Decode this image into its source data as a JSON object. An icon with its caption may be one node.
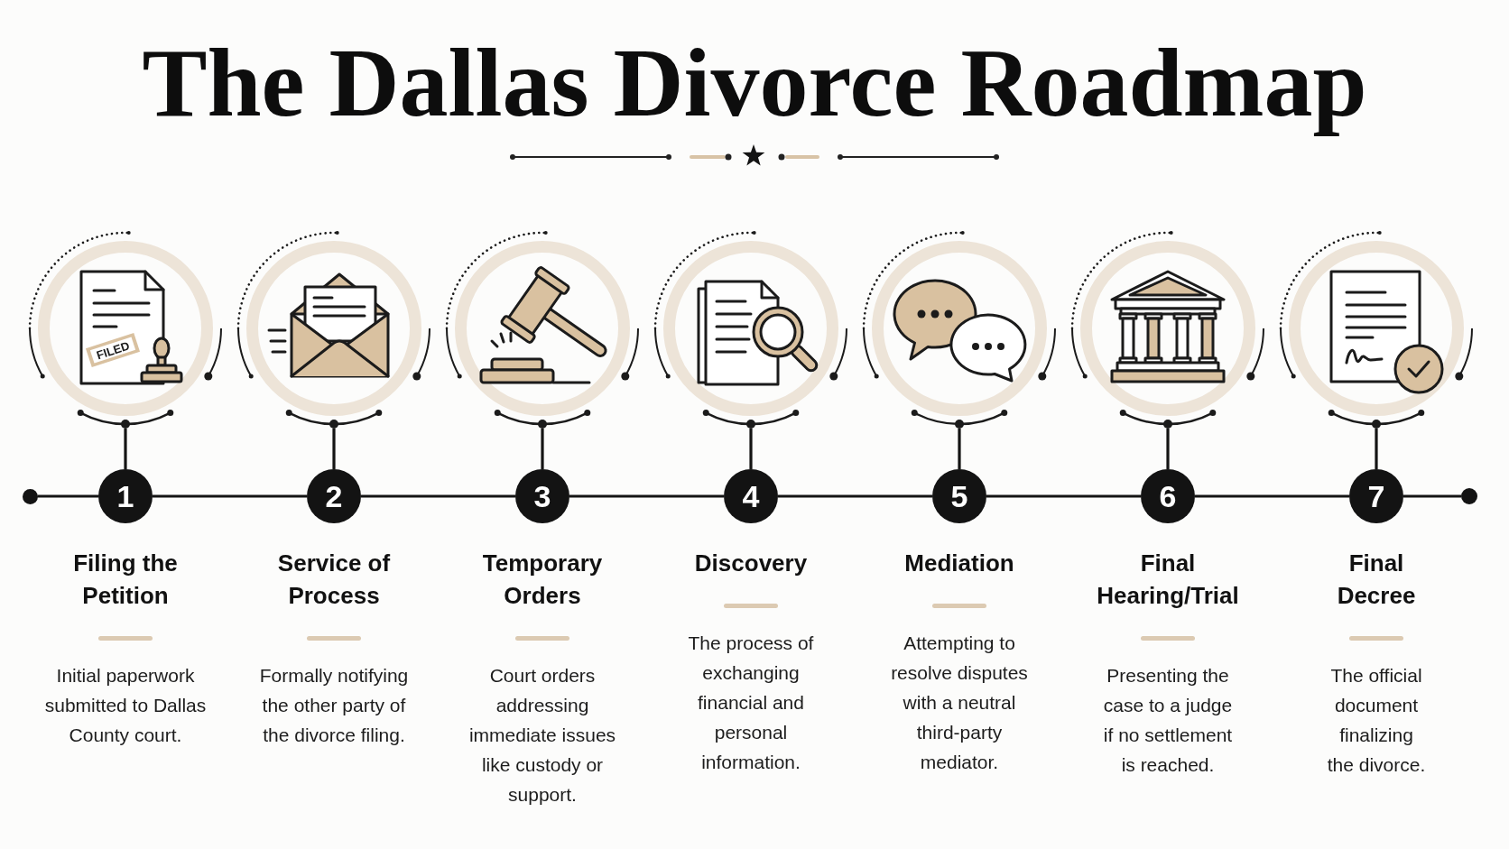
{
  "diagram": {
    "title": "The Dallas Divorce Roadmap",
    "nodes": [
      {
        "text": [],
        "shape": "circle"
      },
      {
        "text": [],
        "shape": "picture"
      },
      {
        "text": [
          "1"
        ],
        "beside": [
          "Filing the Petition",
          "Initial paperwork submitted to Dallas County court."
        ]
      },
      {
        "text": [],
        "shape": "picture"
      },
      {
        "text": [
          "2"
        ],
        "beside": [
          "Service of Process",
          "Formally notifying the other party of the divorce filing."
        ]
      },
      {
        "text": [],
        "shape": "picture"
      },
      {
        "text": [
          "3"
        ],
        "beside": [
          "Temporary Orders",
          "Court orders addressing immediate issues like custody or support."
        ]
      },
      {
        "text": [],
        "shape": "picture"
      },
      {
        "text": [
          "4"
        ],
        "beside": [
          "Discovery",
          "The process of exchanging financial and personal information."
        ]
      },
      {
        "text": [],
        "shape": "picture"
      },
      {
        "text": [
          "5"
        ],
        "beside": [
          "Mediation",
          "Attempting to resolve disputes with a neutral third-party mediator."
        ]
      },
      {
        "text": [],
        "shape": "picture"
      },
      {
        "text": [
          "6"
        ],
        "beside": [
          "Final Hearing/Trial",
          "Presenting the case to a judge if no settlement is reached."
        ]
      },
      {
        "text": [],
        "shape": "picture"
      },
      {
        "text": [
          "7"
        ],
        "beside": [
          "Final Decree",
          "The official document finalizing the divorce."
        ]
      },
      {
        "text": [],
        "shape": "circle"
      }
    ],
    "edges": [
      {
        "from": 0,
        "to": 2,
        "arrow": "none"
      },
      {
        "from": 2,
        "to": 4,
        "arrow": "none"
      },
      {
        "from": 4,
        "to": 6,
        "arrow": "none"
      },
      {
        "from": 6,
        "to": 8,
        "arrow": "none"
      },
      {
        "from": 8,
        "to": 10,
        "arrow": "none"
      },
      {
        "from": 10,
        "to": 12,
        "arrow": "none"
      },
      {
        "from": 12,
        "to": 14,
        "arrow": "none"
      },
      {
        "from": 14,
        "to": 15,
        "arrow": "none"
      },
      {
        "from": 1,
        "to": 2,
        "arrow": "none"
      },
      {
        "from": 3,
        "to": 4,
        "arrow": "none"
      },
      {
        "from": 5,
        "to": 6,
        "arrow": "none"
      },
      {
        "from": 7,
        "to": 8,
        "arrow": "none"
      },
      {
        "from": 9,
        "to": 10,
        "arrow": "none"
      },
      {
        "from": 11,
        "to": 12,
        "arrow": "none"
      },
      {
        "from": 13,
        "to": 14,
        "arrow": "none"
      }
    ],
    "labels": [
      "FILED"
    ]
  }
}
